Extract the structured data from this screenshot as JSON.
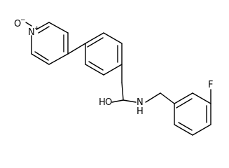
{
  "molecule": {
    "atoms": {
      "N_pyridine": "N",
      "O_oxide": "O",
      "O_carbonyl": "O",
      "H_carbonyl": "H",
      "N_amide": "N",
      "H_amide": "H",
      "F": "F"
    },
    "charges": {
      "N_pyridine": "+",
      "O_oxide": "−"
    }
  },
  "colors": {
    "bond": "#000000",
    "background": "#ffffff"
  }
}
